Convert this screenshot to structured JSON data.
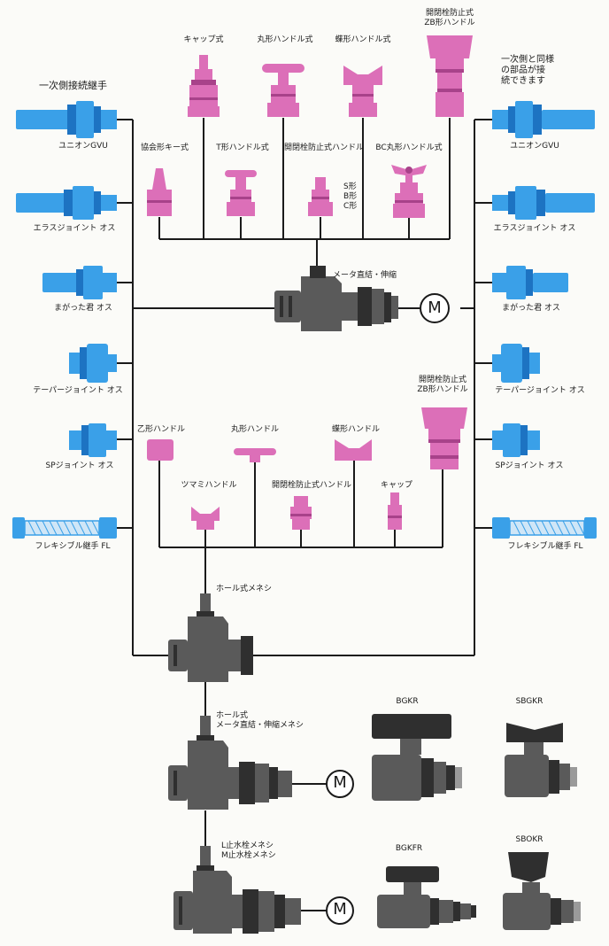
{
  "left_header": "一次側接続継手",
  "right_header": "一次側と同様\nの部品が接\n続できます",
  "left_fittings": [
    "ユニオンGVU",
    "エラスジョイント オス",
    "まがった君 オス",
    "テーパージョイント オス",
    "SPジョイント オス",
    "フレキシブル継手 FL"
  ],
  "right_fittings": [
    "ユニオンGVU",
    "エラスジョイント オス",
    "まがった君 オス",
    "テーパージョイント オス",
    "SPジョイント オス",
    "フレキシブル継手 FL"
  ],
  "upper_handles_top": [
    "キャップ式",
    "丸形ハンドル式",
    "蝶形ハンドル式",
    "開閉栓防止式\nZB形ハンドル"
  ],
  "upper_handles_bottom": [
    "協会形キー式",
    "T形ハンドル式",
    "開閉栓防止式ハンドル",
    "BC丸形ハンドル式"
  ],
  "sbc_label": "S形\nB形\nC形",
  "upper_valve_label": "メータ直結・伸縮",
  "meter_symbol": "M",
  "lower_handles_top": [
    "乙形ハンドル",
    "丸形ハンドル",
    "蝶形ハンドル",
    "開閉栓防止式\nZB形ハンドル"
  ],
  "lower_handles_bottom": [
    "ツマミハンドル",
    "開閉栓防止式ハンドル",
    "キャップ"
  ],
  "hole_label": "ホール式メネシ",
  "hole_meter_label": "ホール式\nメータ直結・伸縮メネシ",
  "stop_label": "L止水栓メネシ\nM止水栓メネシ",
  "ball_valves": [
    "BGKR",
    "SBGKR",
    "BGKFR",
    "SBOKR"
  ],
  "colors": {
    "fitting_blue": "#3aa0e8",
    "handle_pink": "#dc6fb8",
    "valve_gray": "#5a5a5a",
    "line": "#1a1a1a"
  }
}
